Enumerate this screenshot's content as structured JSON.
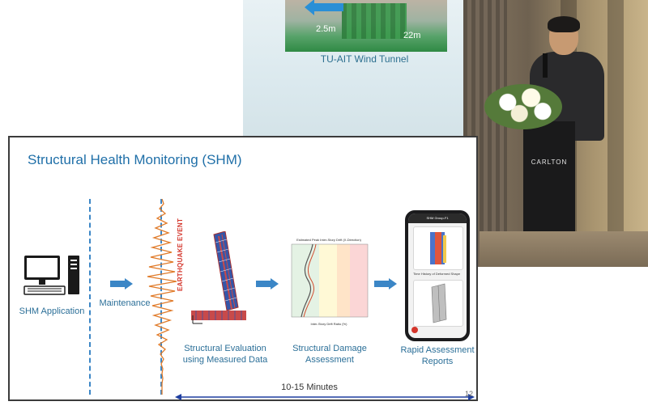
{
  "background": {
    "tunnel_caption": "TU-AIT Wind Tunnel",
    "tunnel_dim_height": "2.5m",
    "tunnel_dim_length": "22m",
    "podium_brand": "CARLTON"
  },
  "slide": {
    "title": "Structural Health Monitoring (SHM)",
    "page_number": "12",
    "earthquake_label": "EARTHQUAKE EVENT",
    "steps": {
      "app": "SHM Application",
      "maintenance": "Maintenance",
      "evaluation_line1": "Structural Evaluation",
      "evaluation_line2": "using Measured Data",
      "damage_line1": "Structural Damage",
      "damage_line2": "Assessment",
      "reports_line1": "Rapid Assessment",
      "reports_line2": "Reports"
    },
    "duration": "10-15 Minutes",
    "chart_title": "Estimated Peak Inter-Story Drift (X-Direction)",
    "chart_xlabel": "Inter-Story Drift Ratio (%)",
    "phone": {
      "header": "SHM Group-F1",
      "card_caption": "Time History of Deformed Shape"
    }
  },
  "colors": {
    "accent": "#1f6fa8",
    "arrow": "#3b86c6",
    "earthquake": "#d4352b"
  }
}
